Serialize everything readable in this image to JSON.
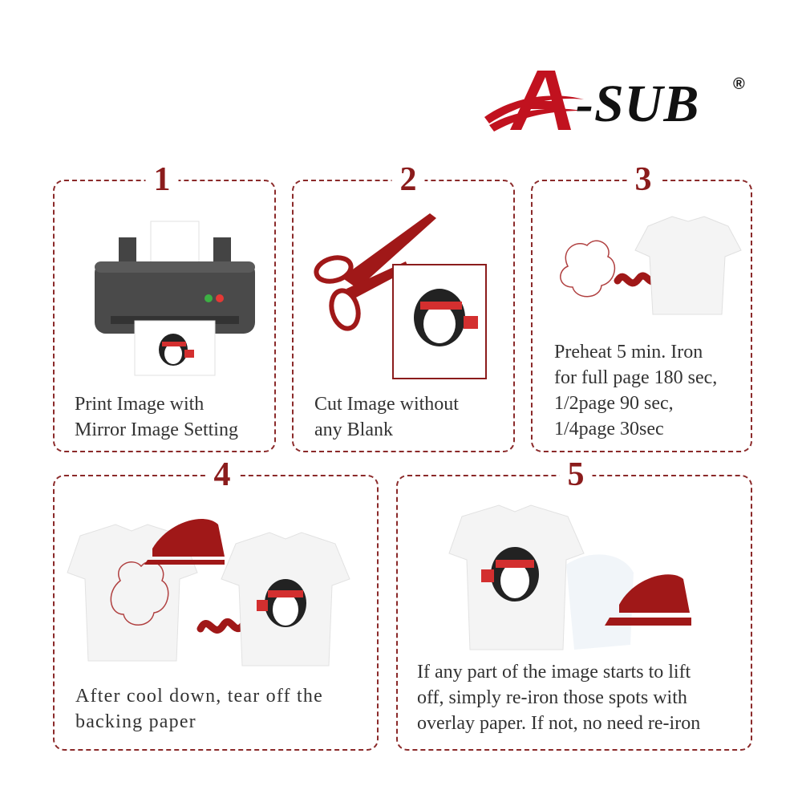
{
  "brand": {
    "name": "-SUB",
    "mark": "®"
  },
  "steps": [
    {
      "number": "1",
      "caption": "Print  Image with\nMirror Image Setting"
    },
    {
      "number": "2",
      "caption": "Cut Image without\nany Blank"
    },
    {
      "number": "3",
      "caption": "Preheat 5 min. Iron\nfor full page 180 sec,\n1/2page 90 sec,\n1/4page 30sec"
    },
    {
      "number": "4",
      "caption": "After cool down, tear off the\nbacking paper"
    },
    {
      "number": "5",
      "caption": "If any part of the image starts to lift\noff, simply re-iron those spots with\noverlay paper. If not, no need re-iron"
    }
  ],
  "colors": {
    "accent": "#8b1c1c",
    "iron": "#a01818",
    "printer": "#4a4a4a",
    "dash": "#8b2a2a"
  }
}
